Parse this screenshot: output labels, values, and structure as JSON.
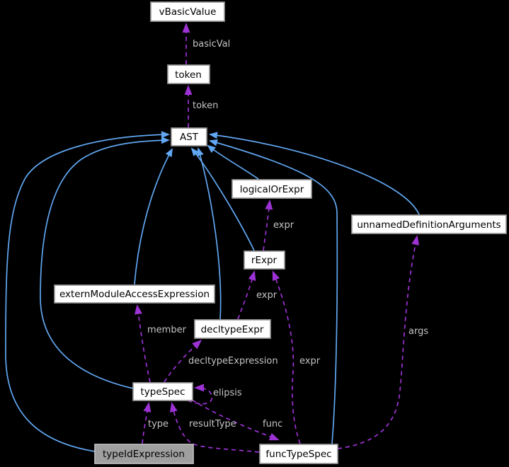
{
  "diagram": {
    "type": "doxygen-collaboration-graph",
    "highlighted_node": "typeIdExpression",
    "nodes": {
      "vBasicValue": {
        "label": "vBasicValue"
      },
      "token": {
        "label": "token"
      },
      "AST": {
        "label": "AST"
      },
      "logicalOrExpr": {
        "label": "logicalOrExpr"
      },
      "unnamedDefinitionArguments": {
        "label": "unnamedDefinitionArguments"
      },
      "rExpr": {
        "label": "rExpr"
      },
      "externModuleAccessExpression": {
        "label": "externModuleAccessExpression"
      },
      "decltypeExpr": {
        "label": "decltypeExpr"
      },
      "typeSpec": {
        "label": "typeSpec"
      },
      "typeIdExpression": {
        "label": "typeIdExpression"
      },
      "funcTypeSpec": {
        "label": "funcTypeSpec"
      }
    },
    "usage_edges": [
      {
        "from": "token",
        "to": "vBasicValue",
        "label": "basicVal"
      },
      {
        "from": "AST",
        "to": "token",
        "label": "token"
      },
      {
        "from": "rExpr",
        "to": "logicalOrExpr",
        "label": "expr"
      },
      {
        "from": "decltypeExpr",
        "to": "rExpr",
        "label": "expr"
      },
      {
        "from": "funcTypeSpec",
        "to": "rExpr",
        "label": "expr"
      },
      {
        "from": "typeSpec",
        "to": "externModuleAccessExpression",
        "label": "member"
      },
      {
        "from": "typeSpec",
        "to": "decltypeExpr",
        "label": "decltypeExpression"
      },
      {
        "from": "typeIdExpression",
        "to": "typeSpec",
        "label": "type"
      },
      {
        "from": "funcTypeSpec",
        "to": "typeSpec",
        "label": "resultType"
      },
      {
        "from": "typeSpec",
        "to": "typeSpec",
        "label": "elipsis"
      },
      {
        "from": "typeSpec",
        "to": "funcTypeSpec",
        "label": "func"
      },
      {
        "from": "funcTypeSpec",
        "to": "unnamedDefinitionArguments",
        "label": "args"
      }
    ],
    "inheritance_edges": [
      {
        "from": "typeIdExpression",
        "to": "AST"
      },
      {
        "from": "typeSpec",
        "to": "AST"
      },
      {
        "from": "externModuleAccessExpression",
        "to": "AST"
      },
      {
        "from": "rExpr",
        "to": "AST"
      },
      {
        "from": "decltypeExpr",
        "to": "AST"
      },
      {
        "from": "logicalOrExpr",
        "to": "AST"
      },
      {
        "from": "funcTypeSpec",
        "to": "AST"
      },
      {
        "from": "unnamedDefinitionArguments",
        "to": "AST"
      }
    ],
    "colors": {
      "background": "#000000",
      "inheritance_edge": "#61a7f2",
      "usage_edge": "#9d32d4",
      "edge_label": "#c4c4c4",
      "node_fill": "#ffffff",
      "node_border": "#9a9a9a",
      "node_text": "#000000",
      "highlight_fill": "#9f9f9f",
      "highlight_border": "#bdbdbd"
    }
  }
}
